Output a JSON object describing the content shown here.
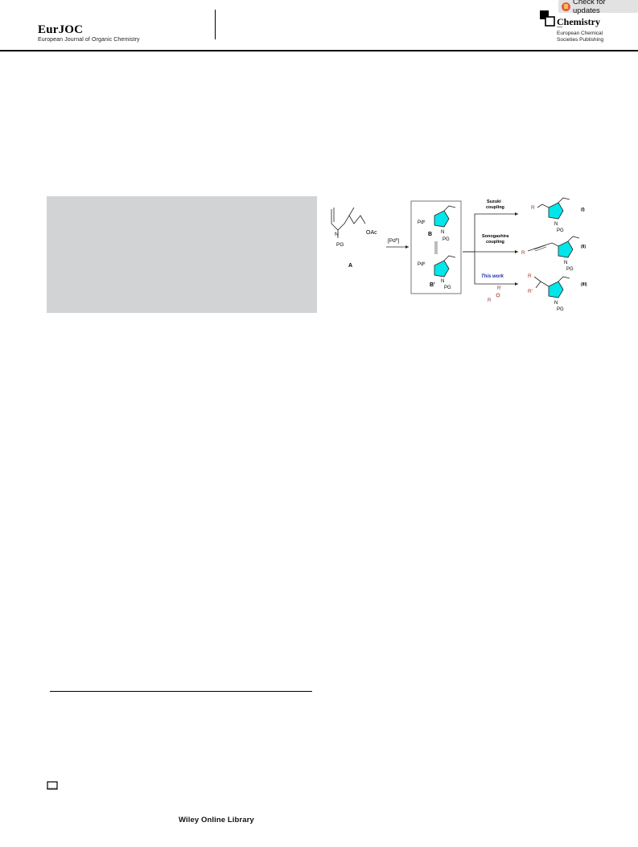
{
  "header": {
    "journal_title": "EurJOC",
    "journal_subtitle": "European Journal of Organic Chemistry",
    "publisher_name": "Chemistry\nEurope",
    "publisher_line1": "European Chemical",
    "publisher_line2": "Societies Publishing",
    "check_updates": "Check for updates"
  },
  "scheme": {
    "start_label": "A",
    "start_oac": "OAc",
    "start_pg": "PG",
    "reagent": "[Pd⁰]",
    "int_b": "B",
    "int_b_prime": "B'",
    "int_pd": "Pdᴵᴵ",
    "int_pd2": "Pdᴵᴵ",
    "int_pg": "PG",
    "int_pg2": "PG",
    "route1_top": "Suzuki",
    "route1_bottom": "coupling",
    "route2_top": "Sonogashira",
    "route2_bottom": "coupling",
    "route3_label": "This work",
    "route3_r_prime": "R'",
    "route3_r": "R",
    "product1_label": "(I)",
    "product2_label": "(II)",
    "product3_label": "(III)",
    "p1_r": "R",
    "p2_r": "R",
    "p3_r": "R",
    "p3_r_prime": "R'",
    "p_pg1": "PG",
    "p_pg2": "PG",
    "p_pg3": "PG",
    "n": "N",
    "colors": {
      "ring_fill": "#00e6ea",
      "r_group": "#a8322d",
      "this_work": "#1f2db0"
    }
  },
  "footer": {
    "wiley": "Wiley Online Library"
  }
}
